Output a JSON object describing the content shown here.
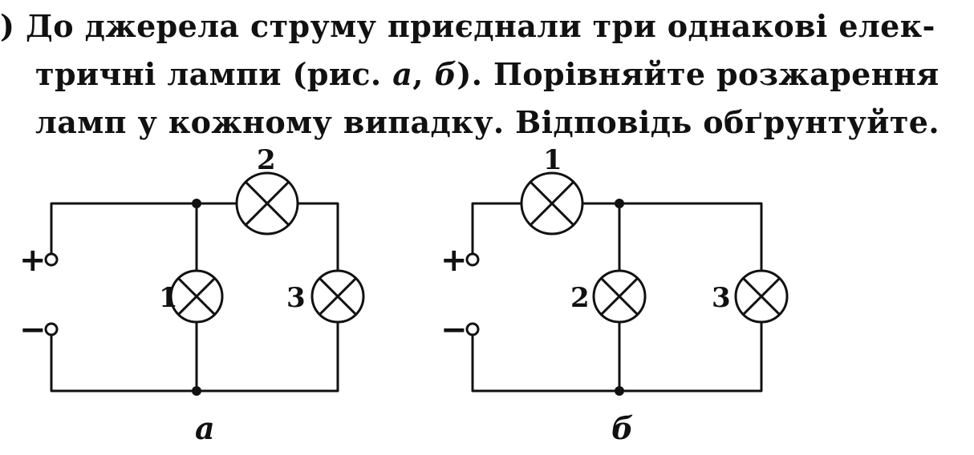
{
  "problem": {
    "number_fragment": ")",
    "line1": "До джерела струму приєднали три однакові елек-",
    "line2_start": "тричні лампи (рис. ",
    "fig_a_ref": "а",
    "comma": ", ",
    "fig_b_ref": "б",
    "line2_end": "). Порівняйте розжарення",
    "line3": "ламп у кожному випадку. Відповідь обґрунтуйте."
  },
  "circuit_a": {
    "caption": "а",
    "plus": "+",
    "minus": "−",
    "lamp_labels": [
      "1",
      "2",
      "3"
    ]
  },
  "circuit_b": {
    "caption": "б",
    "plus": "+",
    "minus": "−",
    "lamp_labels": [
      "1",
      "2",
      "3"
    ]
  }
}
